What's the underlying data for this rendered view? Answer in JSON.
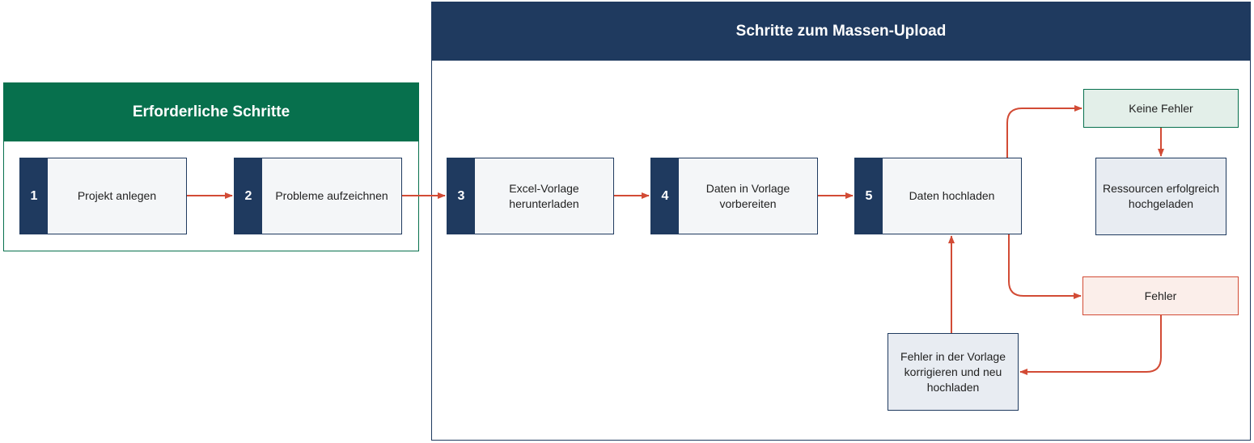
{
  "panels": {
    "required": {
      "title": "Erforderliche Schritte",
      "color": "#07704d"
    },
    "upload": {
      "title": "Schritte zum Massen-Upload",
      "color": "#1f3a5f"
    }
  },
  "steps": [
    {
      "number": "1",
      "label": "Projekt anlegen"
    },
    {
      "number": "2",
      "label": "Probleme aufzeichnen"
    },
    {
      "number": "3",
      "label": "Excel-Vorlage herunterladen"
    },
    {
      "number": "4",
      "label": "Daten in Vorlage vorbereiten"
    },
    {
      "number": "5",
      "label": "Daten hochladen"
    }
  ],
  "outcomes": {
    "no_errors": {
      "label": "Keine Fehler",
      "fill": "#e3efe9",
      "border": "#07704d"
    },
    "success": {
      "label": "Ressourcen erfolgreich hochgeladen",
      "fill": "#e8ecf2",
      "border": "#1f3a5f"
    },
    "errors": {
      "label": "Fehler",
      "fill": "#fbeeea",
      "border": "#d24b35"
    },
    "fix": {
      "label": "Fehler in der Vorlage korrigieren und neu hochladen",
      "fill": "#e8ecf2",
      "border": "#1f3a5f"
    }
  },
  "colors": {
    "arrow": "#d24b35",
    "step_number_fill": "#1f3a5f",
    "step_fill": "#f4f6f8"
  }
}
